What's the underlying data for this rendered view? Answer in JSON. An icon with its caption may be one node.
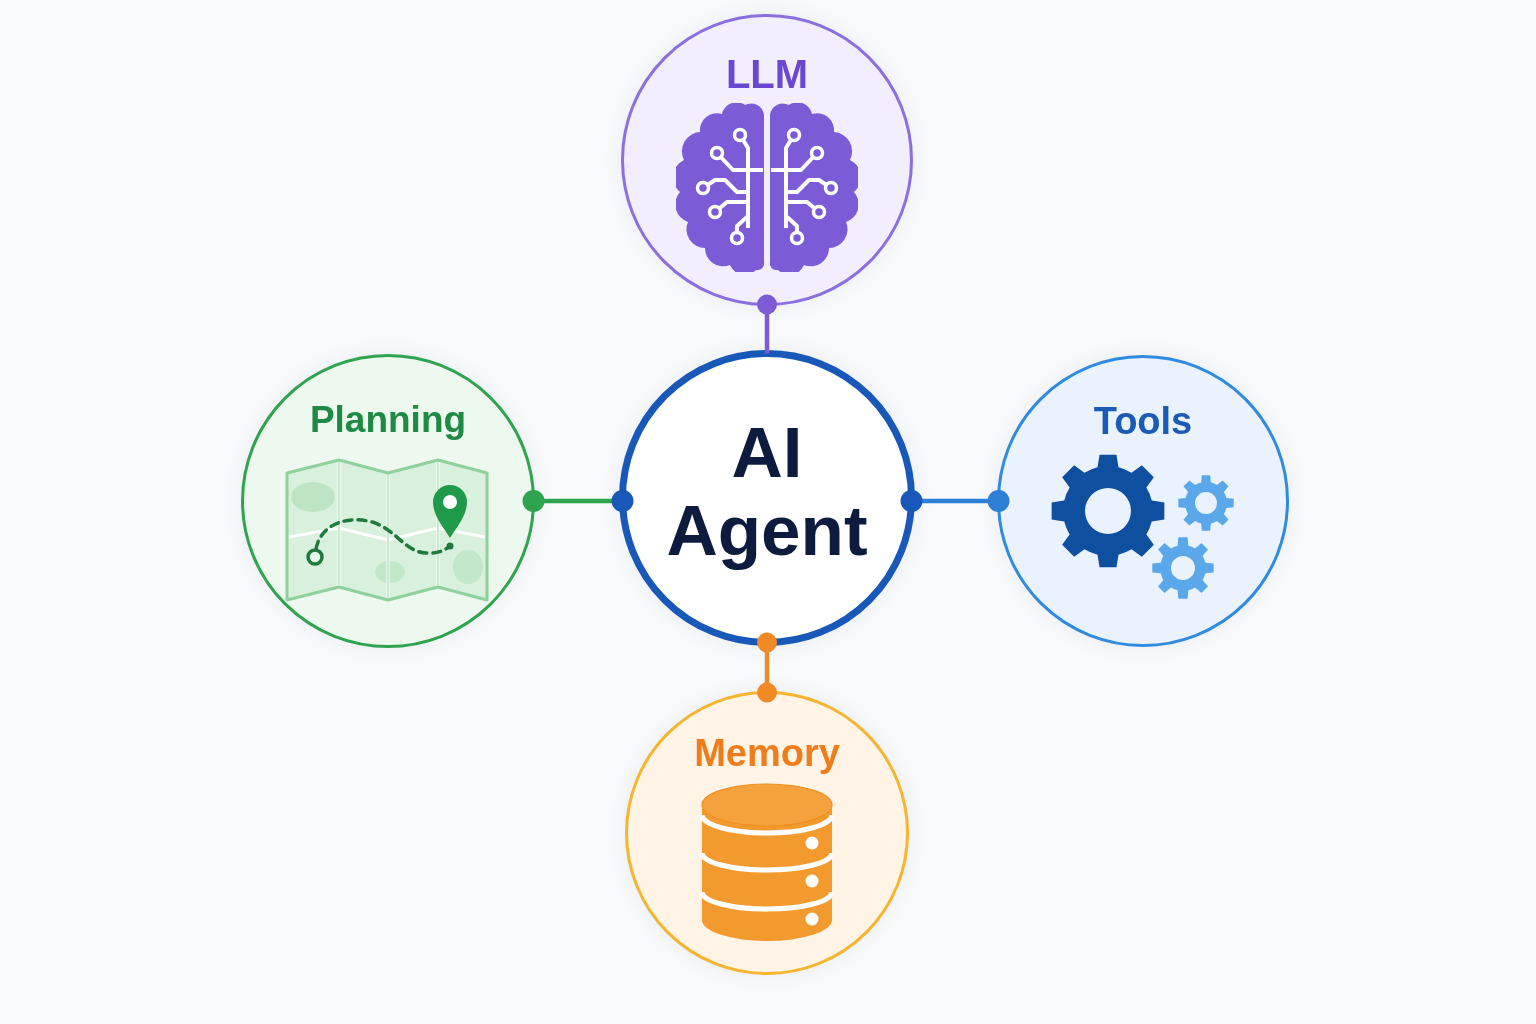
{
  "diagram": {
    "nodes": [
      {
        "text": [
          "LLM"
        ]
      },
      {
        "text": [
          "Planning"
        ]
      },
      {
        "text": [
          "AI Agent"
        ]
      },
      {
        "text": [
          "Tools"
        ]
      },
      {
        "text": [
          "Memory"
        ]
      }
    ],
    "edges": [
      {
        "from": 2,
        "to": 0,
        "arrow": "other",
        "color": "#7e5bd6"
      },
      {
        "from": 2,
        "to": 1,
        "arrow": "other",
        "color": "#2ea44f"
      },
      {
        "from": 2,
        "to": 3,
        "arrow": "other",
        "color": "#2e7fd6"
      },
      {
        "from": 2,
        "to": 4,
        "arrow": "other",
        "color": "#f08a24"
      }
    ]
  }
}
